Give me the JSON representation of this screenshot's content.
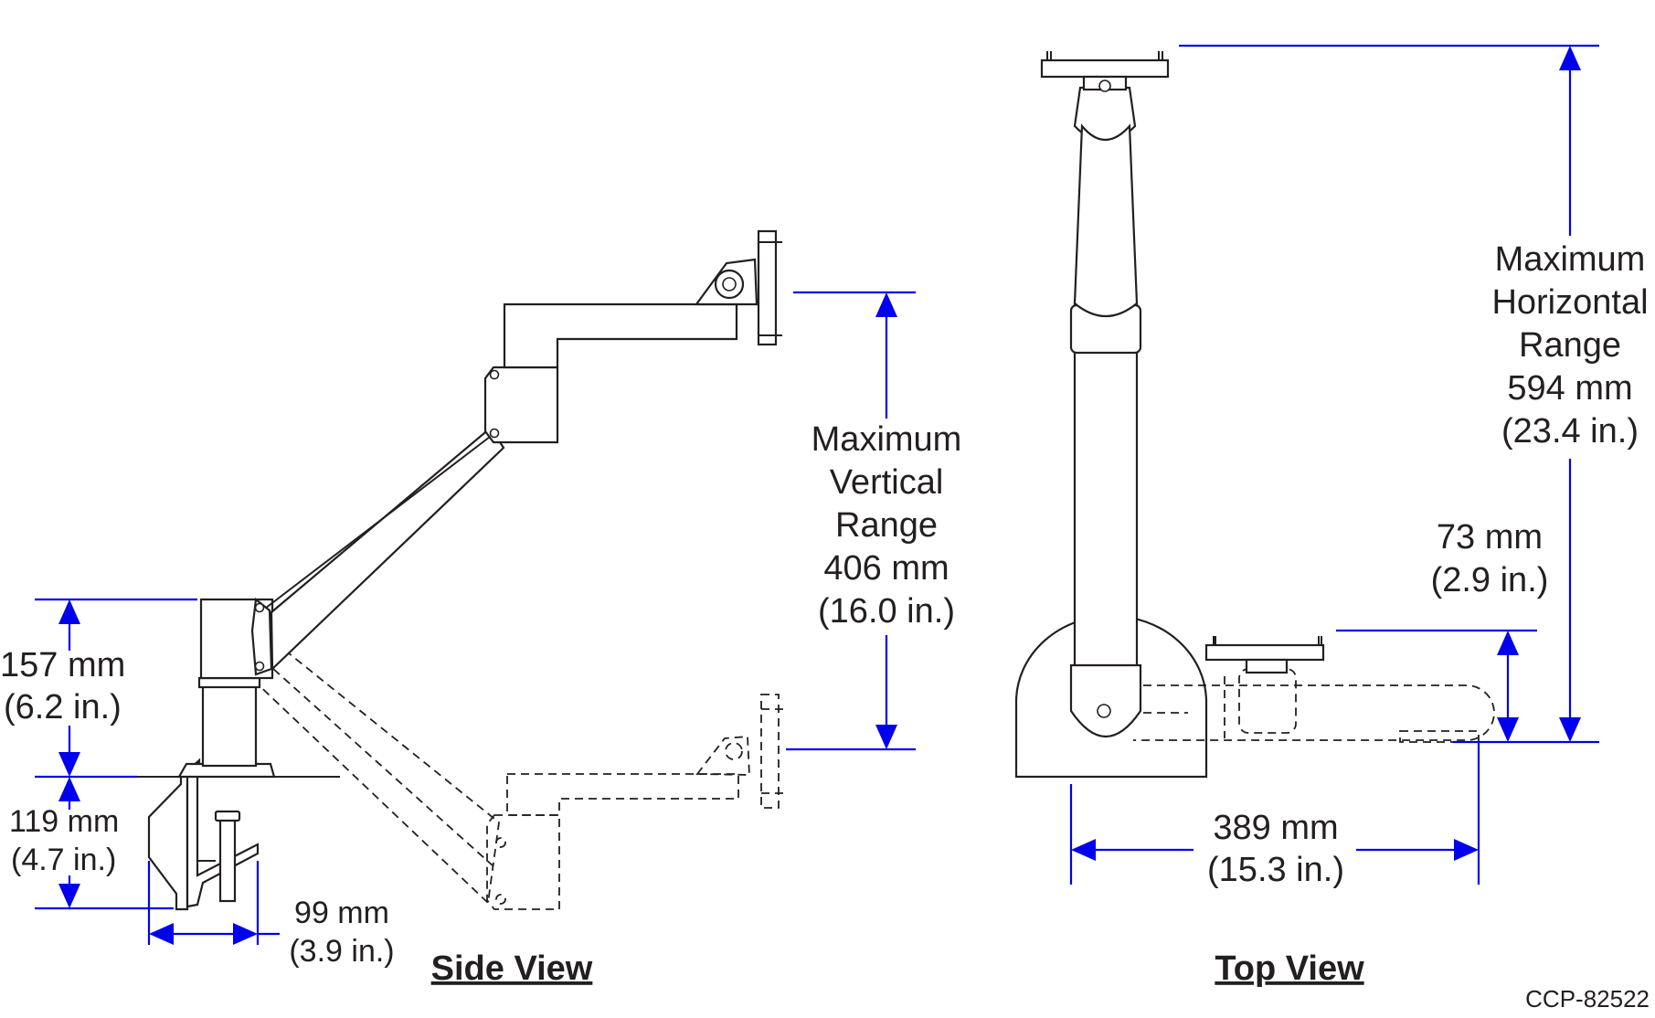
{
  "side_view": {
    "title": "Side View",
    "vertical_range": {
      "line1": "Maximum",
      "line2": "Vertical",
      "line3": "Range",
      "line4": "406 mm",
      "line5": "(16.0 in.)"
    },
    "post_height": {
      "mm": "157 mm",
      "in": "(6.2 in.)"
    },
    "clamp_height": {
      "mm": "119 mm",
      "in": "(4.7 in.)"
    },
    "clamp_depth": {
      "mm": "99 mm",
      "in": "(3.9 in.)"
    }
  },
  "top_view": {
    "title": "Top View",
    "horizontal_range": {
      "line1": "Maximum",
      "line2": "Horizontal",
      "line3": "Range",
      "line4": "594 mm",
      "line5": "(23.4 in.)"
    },
    "folded_offset": {
      "mm": "73 mm",
      "in": "(2.9 in.)"
    },
    "folded_reach": {
      "mm": "389 mm",
      "in": "(15.3 in.)"
    }
  },
  "figure_code": "CCP-82522",
  "colors": {
    "dimension": "#0000ee",
    "line_art": "#231f20"
  }
}
